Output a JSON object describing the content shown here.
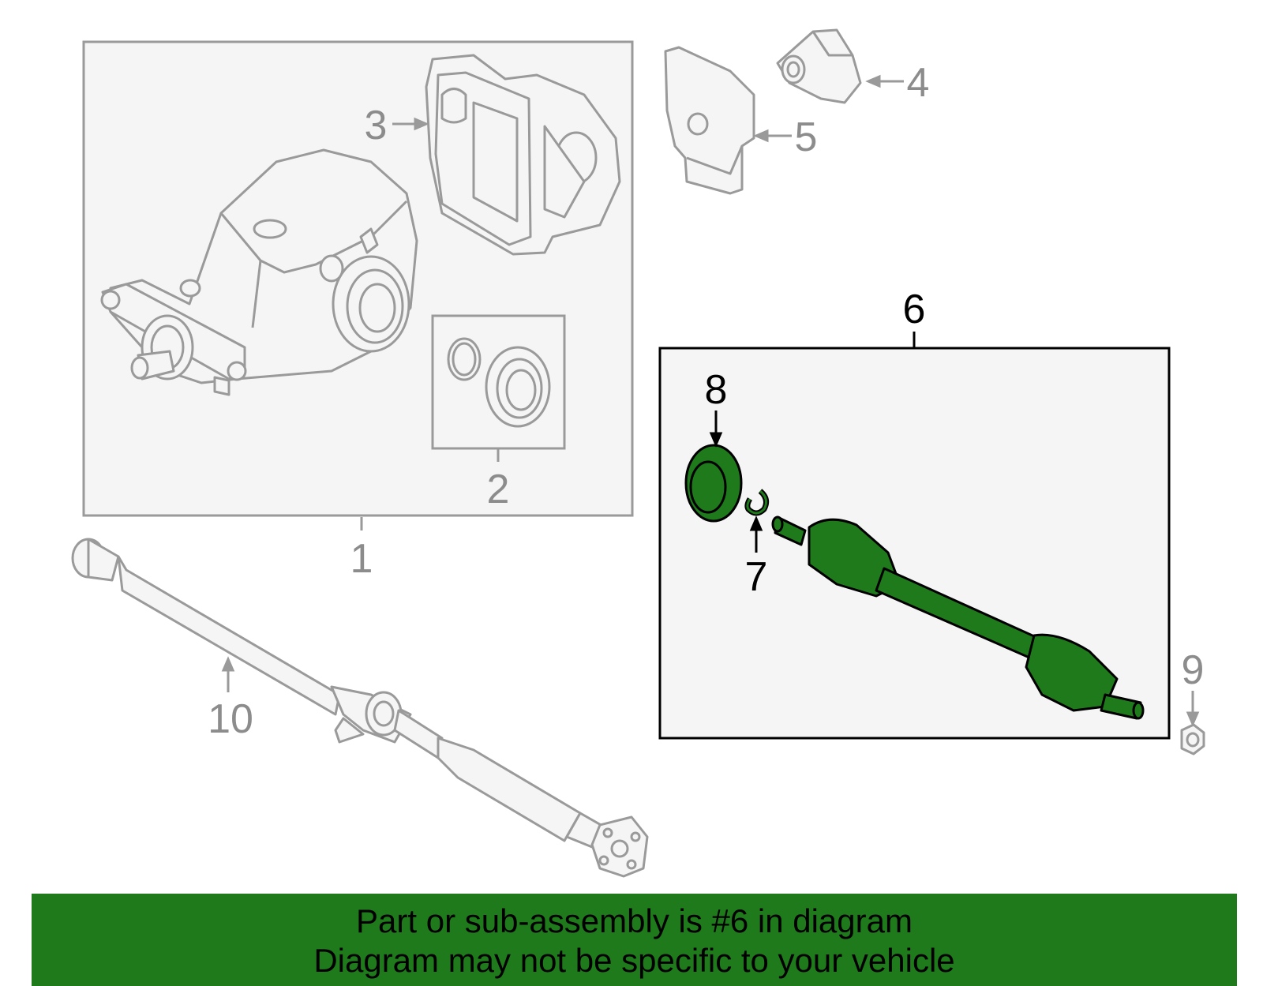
{
  "callouts": {
    "c1": "1",
    "c2": "2",
    "c3": "3",
    "c4": "4",
    "c5": "5",
    "c6": "6",
    "c7": "7",
    "c8": "8",
    "c9": "9",
    "c10": "10"
  },
  "colors": {
    "highlight_part": "#1f7a1b",
    "banner_bg": "#1f7a1b",
    "ghost_line": "#9a9a9a",
    "box_fill": "#f5f5f5"
  },
  "banner": {
    "line1": "Part or sub-assembly is #6 in diagram",
    "line2": "Diagram may not be specific to your vehicle"
  }
}
